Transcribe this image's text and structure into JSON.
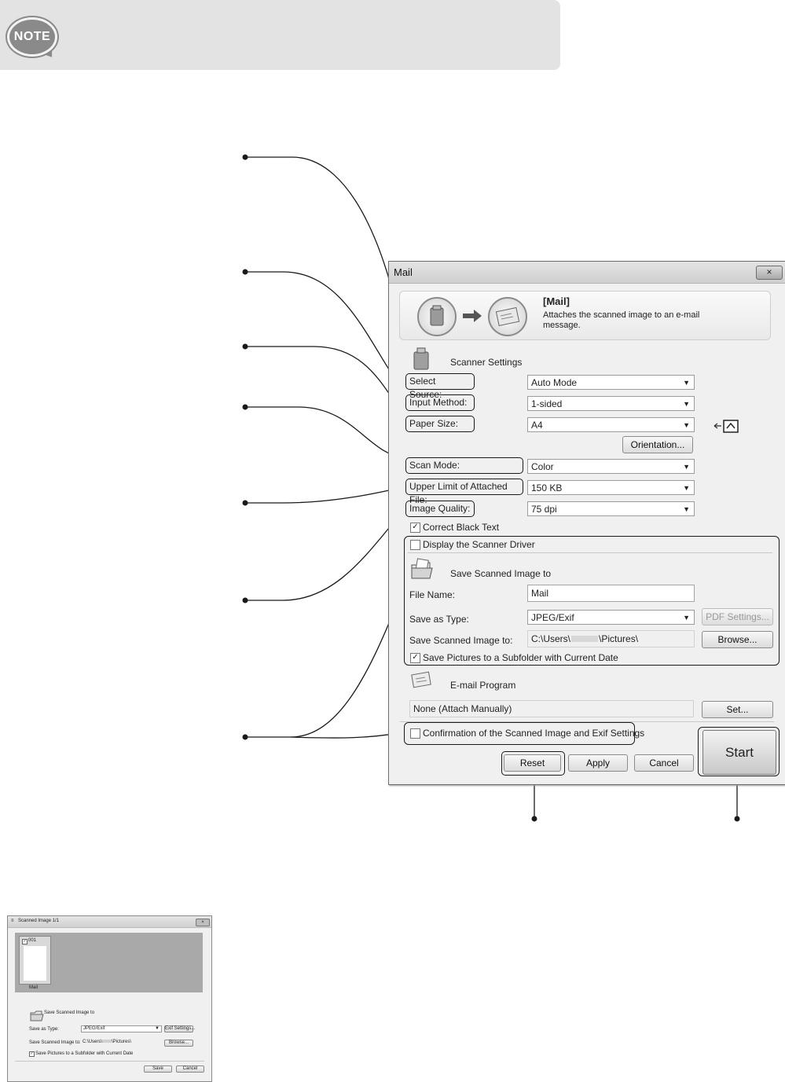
{
  "note": {
    "badge": "NOTE"
  },
  "dialog": {
    "title": "Mail",
    "close_symbol": "×",
    "header": {
      "title": "[Mail]",
      "description": "Attaches the scanned image to an e-mail message."
    },
    "scanner_settings": {
      "title": "Scanner Settings",
      "select_source": {
        "label": "Select Source:",
        "value": "Auto Mode"
      },
      "input_method": {
        "label": "Input Method:",
        "value": "1-sided"
      },
      "paper_size": {
        "label": "Paper Size:",
        "value": "A4"
      },
      "orientation_button": "Orientation...",
      "scan_mode": {
        "label": "Scan Mode:",
        "value": "Color"
      },
      "upper_limit": {
        "label": "Upper Limit of Attached File:",
        "value": "150 KB"
      },
      "image_quality": {
        "label": "Image Quality:",
        "value": "75 dpi"
      },
      "correct_black_text": {
        "label": "Correct Black Text",
        "checked": true
      },
      "display_scanner_driver": {
        "label": "Display the Scanner Driver",
        "checked": false
      }
    },
    "save_section": {
      "title": "Save Scanned Image to",
      "file_name": {
        "label": "File Name:",
        "value": "Mail"
      },
      "save_as_type": {
        "label": "Save as Type:",
        "value": "JPEG/Exif"
      },
      "pdf_settings_button": "PDF Settings...",
      "save_to": {
        "label": "Save Scanned Image to:",
        "value_prefix": "C:\\Users\\",
        "value_suffix": "\\Pictures\\"
      },
      "browse_button": "Browse...",
      "subfolder": {
        "label": "Save Pictures to a Subfolder with Current Date",
        "checked": true
      }
    },
    "email_section": {
      "title": "E-mail Program",
      "value": "None (Attach Manually)",
      "set_button": "Set..."
    },
    "confirmation": {
      "label": "Confirmation of the Scanned Image and Exif Settings",
      "checked": false
    },
    "buttons": {
      "reset": "Reset",
      "apply": "Apply",
      "cancel": "Cancel",
      "start": "Start"
    }
  },
  "mini_window": {
    "title": "Scanned Image 1/1",
    "thumb_label": "001",
    "thumb_caption": "Mail",
    "save_section_title": "Save Scanned Image to",
    "save_as_type": {
      "label": "Save as Type:",
      "value": "JPEG/Exif"
    },
    "exif_button": "Exif Settings...",
    "save_to": {
      "label": "Save Scanned Image to:",
      "value_prefix": "C:\\Users\\",
      "value_suffix": "\\Pictures\\"
    },
    "browse_button": "Browse...",
    "subfolder_label": "Save Pictures to a Subfolder with Current Date",
    "save_button": "Save",
    "cancel_button": "Cancel"
  }
}
